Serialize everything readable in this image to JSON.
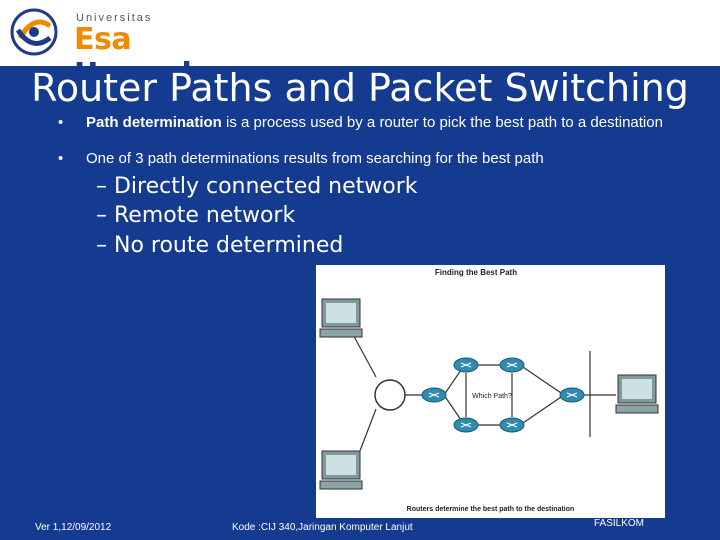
{
  "header": {
    "logo_small": "Universitas",
    "logo_big_1": "Esa",
    "logo_big_2": " Unggul"
  },
  "slide": {
    "title": "Router Paths and Packet Switching",
    "bullets": [
      {
        "bold": "Path determination",
        "text": " is a process used by a router to pick the best path to a destination"
      },
      {
        "bold": "",
        "text": "One of 3 path determinations results from searching for the best path"
      }
    ],
    "sub_items": [
      "– Directly connected network",
      "– Remote network",
      "– No route determined"
    ]
  },
  "figure": {
    "title": "Finding the Best Path",
    "label": "Which Path?",
    "caption": "Routers determine the best path to the destination"
  },
  "footer": {
    "version": "Ver 1,12/09/2012",
    "course": "Kode :CIJ 340,Jaringan Komputer Lanjut",
    "faculty": "FASILKOM"
  },
  "colors": {
    "slide_bg": "#143b8f",
    "logo_blue": "#1e3a8a",
    "logo_orange": "#f08a00",
    "router_blue": "#2f8bb0"
  }
}
